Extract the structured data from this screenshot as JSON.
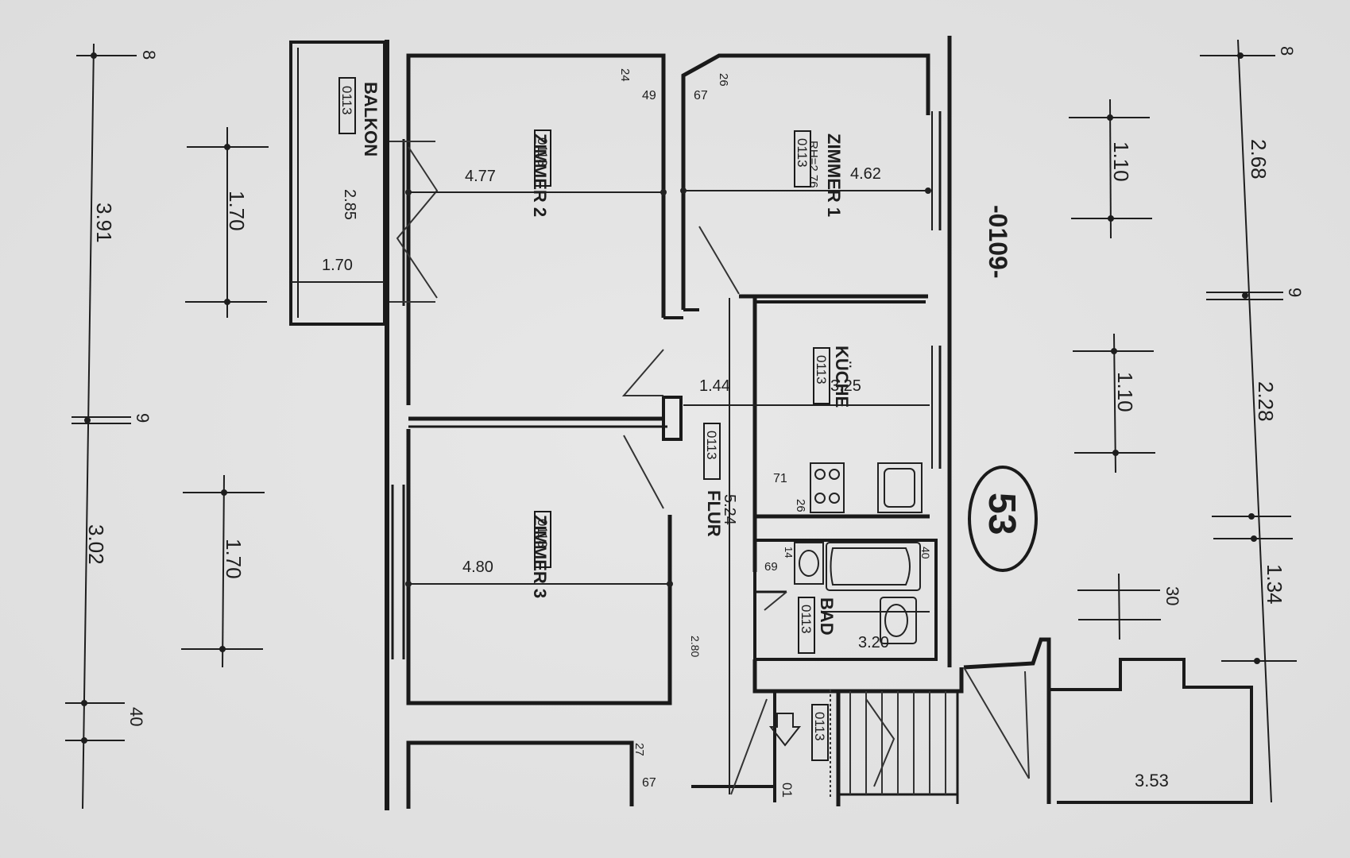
{
  "unit_number": "53",
  "floor_code": "-0109-",
  "rooms": {
    "balkon": {
      "name": "BALKON",
      "code": "0113",
      "width": "2.85",
      "depth": "1.70"
    },
    "zimmer2": {
      "name": "ZIMMER 2",
      "code": "0113",
      "width": "4.77",
      "corner_a": "24",
      "corner_b": "49"
    },
    "zimmer1": {
      "name": "ZIMMER 1",
      "code": "0113",
      "height_note": "RH=2.76",
      "width": "4.62",
      "corner_a": "26",
      "corner_b": "67"
    },
    "kueche": {
      "name": "KÜCHE",
      "code": "0113",
      "width": "3.25",
      "corner_a": "71",
      "corner_b": "26"
    },
    "flur": {
      "name": "FLUR",
      "code": "0113",
      "width": "1.44",
      "length": "5.24",
      "small": "2.80"
    },
    "zimmer3": {
      "name": "ZIMMER 3",
      "code": "0113",
      "width": "4.80"
    },
    "bad": {
      "name": "BAD",
      "code": "0113",
      "width": "3.20",
      "corner_a": "69",
      "corner_b": "14",
      "corner_c": "40"
    },
    "treppe": {
      "code": "0113",
      "code_partial": "01"
    },
    "lower": {
      "corner_a": "27",
      "corner_b": "67"
    },
    "right_room": {
      "width": "3.53"
    }
  },
  "dimensions": {
    "left_outer": {
      "top": "8",
      "seg1": "3.91",
      "mid": "9",
      "seg2": "3.02",
      "bottom": "40"
    },
    "left_windows": {
      "w1": "1.70",
      "w2": "1.70"
    },
    "right_outer": {
      "top": "8",
      "seg1": "2.68",
      "mid": "9",
      "seg2": "2.28",
      "seg3": "1.34"
    },
    "right_windows": {
      "w1": "1.10",
      "w2": "1.10",
      "w3": "30"
    }
  }
}
